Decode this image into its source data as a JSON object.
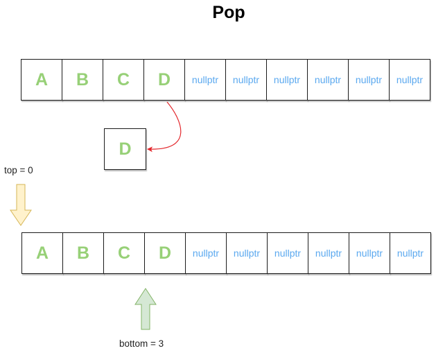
{
  "title": "Pop",
  "top_array": [
    "A",
    "B",
    "C",
    "D",
    "nullptr",
    "nullptr",
    "nullptr",
    "nullptr",
    "nullptr",
    "nullptr"
  ],
  "bottom_array": [
    "A",
    "B",
    "C",
    "D",
    "nullptr",
    "nullptr",
    "nullptr",
    "nullptr",
    "nullptr",
    "nullptr"
  ],
  "popped_value": "D",
  "top_label": "top = 0",
  "bottom_label": "bottom = 3",
  "colors": {
    "letter": "#97d077",
    "nullptr": "#5aa8ef",
    "pop_arrow": "#e3262b",
    "top_pointer_fill": "#fff2cc",
    "top_pointer_stroke": "#d6b656",
    "bottom_pointer_fill": "#d5e8d4",
    "bottom_pointer_stroke": "#82b366"
  }
}
